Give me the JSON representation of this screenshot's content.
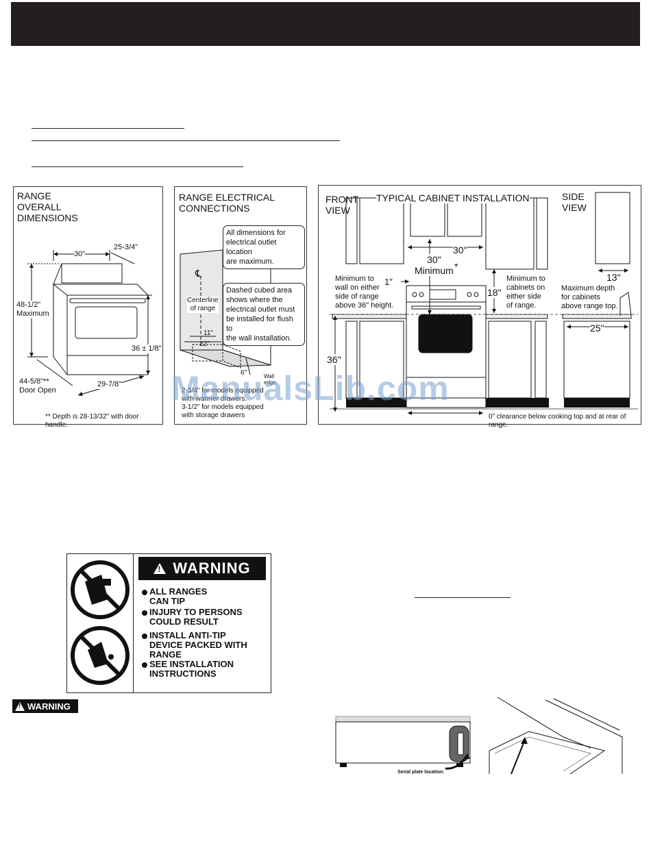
{
  "overall": {
    "title": "RANGE\nOVERALL\nDIMENSIONS",
    "width": "30\"",
    "depth_top": "25-3/4\"",
    "height": "48-1/2\"\nMaximum",
    "cooktop_height": "36 ± 1/8\"",
    "door_open": "44-5/8\"**\nDoor Open",
    "depth": "29-7/8\"",
    "footnote": "** Depth is 28-13/32\" with door handle."
  },
  "electrical": {
    "title": "RANGE ELECTRICAL\nCONNECTIONS",
    "callout1": "All dimensions for\nelectrical outlet location\nare maximum.",
    "callout2": "Dashed cubed area\nshows where the\nelectrical outlet must\nbe installed for flush to\nthe wall installation.",
    "centerline": "Centerline\nof range",
    "cl_symbol": "℄",
    "dim_11": "11\"",
    "dim_22": "22\"",
    "dim_6": "6\"",
    "wall_edge": "Wall\nedge",
    "note": "2-3/4\" for models equipped\nwith warmer drawers.\n3-1/2\" for models equipped\nwith storage drawers"
  },
  "cabinet": {
    "front_view": "FRONT\nVIEW",
    "title": "TYPICAL CABINET INSTALLATION",
    "side_view": "SIDE\nVIEW",
    "dim_30_upper": "30\"",
    "dim_30_min": "30\"\nMinimum",
    "asterisk": "*",
    "dim_1": "1\"",
    "min_wall": "Minimum to\nwall on either\nside of range\nabove 36\" height.",
    "dim_18": "18\"",
    "min_cab": "Minimum to\ncabinets on\neither side\nof range.",
    "dim_13": "13\"",
    "max_depth": "Maximum depth\nfor cabinets\nabove range top.",
    "dim_36": "36\"",
    "dim_25": "25\"",
    "clearance": "0\" clearance below cooking top and at rear of range."
  },
  "watermark": "ManualsLib.com",
  "warning_label": {
    "heading": "WARNING",
    "items": [
      "ALL RANGES\nCAN TIP",
      "INJURY TO PERSONS\nCOULD RESULT",
      "INSTALL ANTI-TIP\nDEVICE PACKED WITH\nRANGE",
      "SEE INSTALLATION\nINSTRUCTIONS"
    ]
  },
  "small_warning": "WARNING",
  "serial": {
    "caption": "Serial plate location:"
  }
}
